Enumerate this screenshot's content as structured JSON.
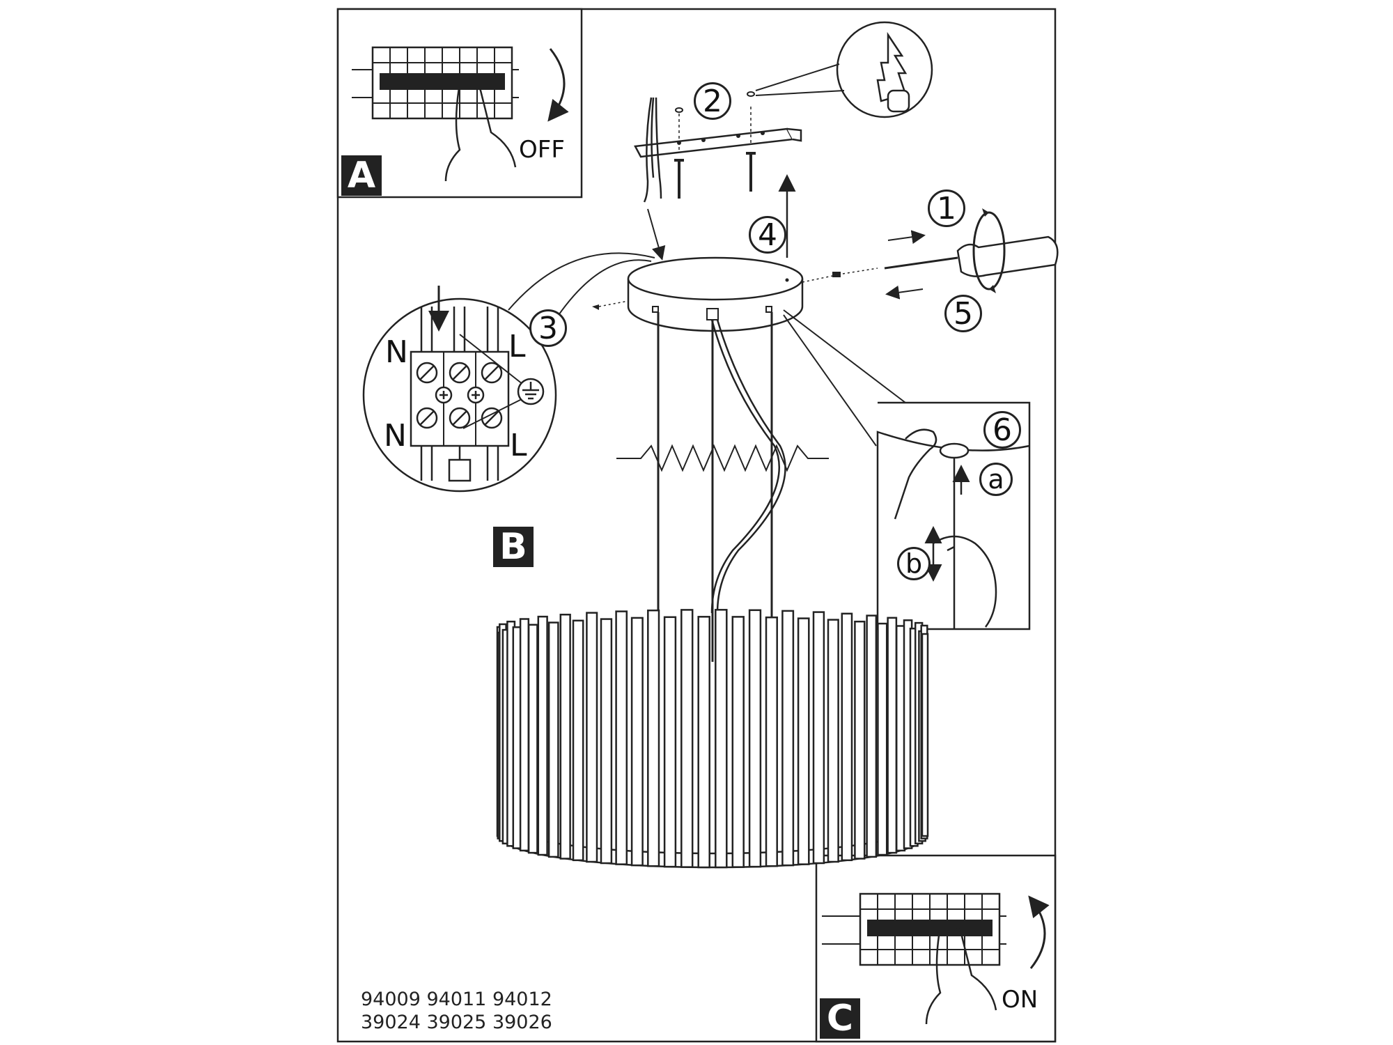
{
  "panels": {
    "a": {
      "letter": "A",
      "switch_label": "OFF"
    },
    "b": {
      "letter": "B"
    },
    "c": {
      "letter": "C",
      "switch_label": "ON"
    }
  },
  "steps": [
    "1",
    "2",
    "3",
    "4",
    "5",
    "6"
  ],
  "substeps": {
    "a": "a",
    "b": "b"
  },
  "terminal_labels": {
    "neutral": "N",
    "live": "L"
  },
  "model_codes": {
    "line1": "94009 94011 94012",
    "line2": "39024 39025 39026"
  }
}
